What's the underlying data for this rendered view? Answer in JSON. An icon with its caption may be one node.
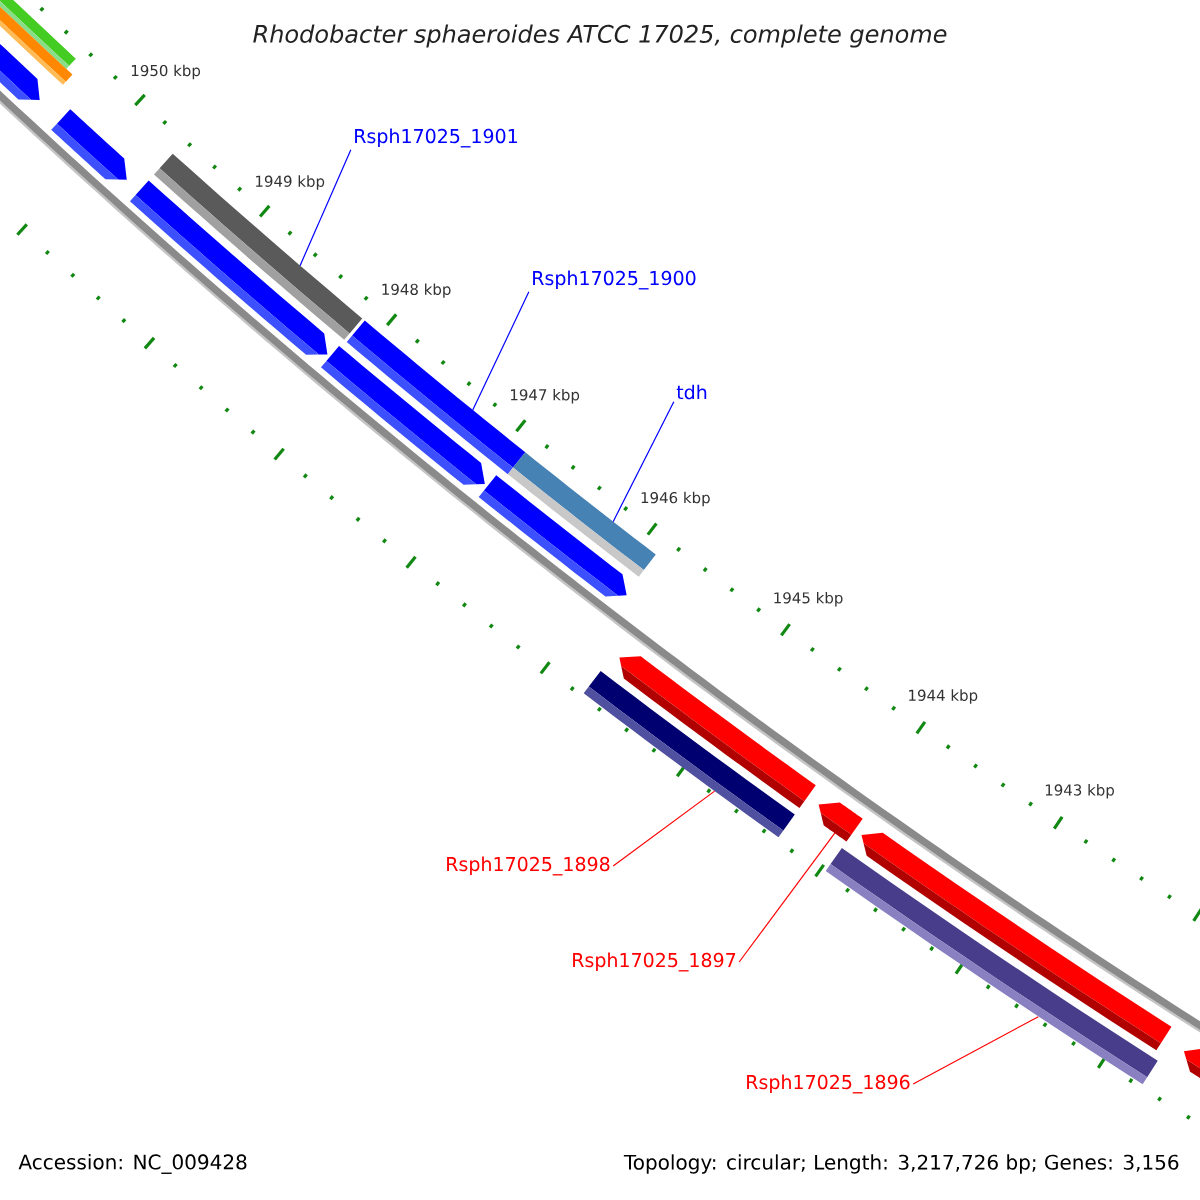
{
  "diagram": {
    "title": "Rhodobacter sphaeroides ATCC 17025, complete genome",
    "nodes": [
      {
        "text": [
          "Rsph17025_1901"
        ]
      },
      {
        "text": [
          "Rsph17025_1900"
        ]
      },
      {
        "text": [
          "tdh"
        ]
      },
      {
        "text": [
          "Rsph17025_1898"
        ]
      },
      {
        "text": [
          "Rsph17025_1897"
        ]
      },
      {
        "text": [
          "Rsph17025_1896"
        ]
      },
      {
        "text": [],
        "shape": "bar"
      },
      {
        "text": [],
        "shape": "bar"
      },
      {
        "text": [],
        "shape": "bar"
      },
      {
        "text": [],
        "shape": "bar"
      },
      {
        "text": [],
        "shape": "arrow"
      },
      {
        "text": [],
        "shape": "bar"
      }
    ],
    "edges": [
      {
        "from": 0,
        "to": 6,
        "arrow": "none",
        "color": "#0000ff"
      },
      {
        "from": 1,
        "to": 7,
        "arrow": "none",
        "color": "#0000ff"
      },
      {
        "from": 2,
        "to": 8,
        "arrow": "none",
        "color": "#0000ff"
      },
      {
        "from": 3,
        "to": 9,
        "arrow": "none",
        "color": "#ff0000"
      },
      {
        "from": 4,
        "to": 10,
        "arrow": "none",
        "color": "#ff0000"
      },
      {
        "from": 5,
        "to": 11,
        "arrow": "none",
        "color": "#ff0000"
      }
    ],
    "labels": [
      "1950 kbp",
      "1949 kbp",
      "1948 kbp",
      "1947 kbp",
      "1946 kbp",
      "1945 kbp",
      "1944 kbp",
      "1943 kbp",
      "Accession: NC_009428",
      "Topology: circular; Length: 3,217,726 bp; Genes: 3,156"
    ]
  }
}
